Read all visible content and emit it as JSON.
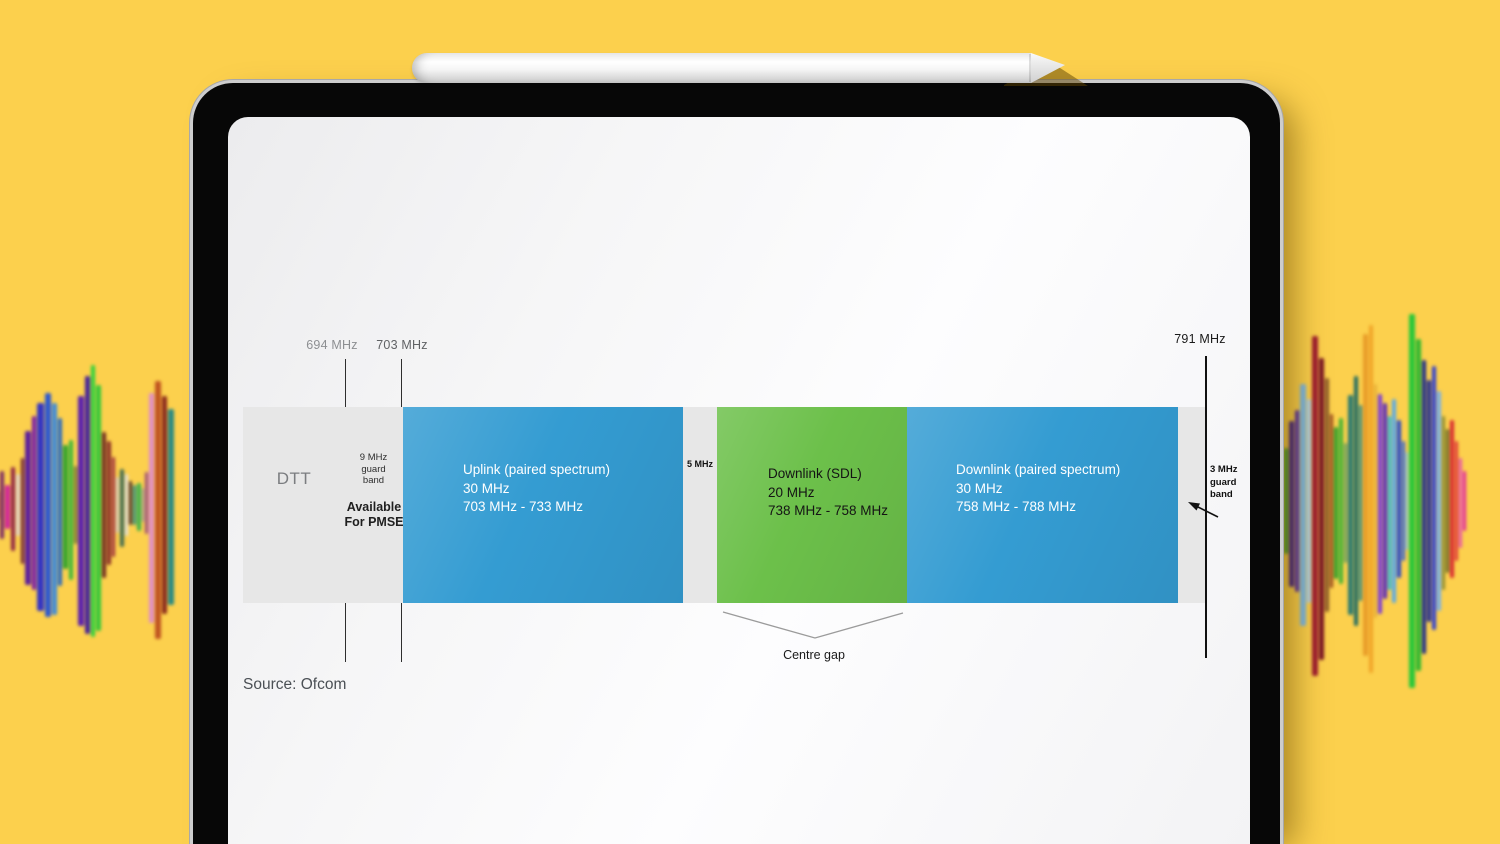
{
  "scene": {
    "background_color": "#fcd04d",
    "device": "tablet",
    "accessory": "stylus pencil"
  },
  "diagram": {
    "marker_694": "694 MHz",
    "marker_703": "703 MHz",
    "marker_791": "791 MHz",
    "dtt": "DTT",
    "guard_left": [
      "9 MHz",
      "guard",
      "band"
    ],
    "pmse": [
      "Available",
      "For PMSE"
    ],
    "uplink": {
      "title": "Uplink (paired spectrum)",
      "bandwidth": "30 MHz",
      "range": "703 MHz - 733 MHz"
    },
    "gap_width": "5 MHz",
    "sdl": {
      "title": "Downlink (SDL)",
      "bandwidth": "20 MHz",
      "range": "738 MHz - 758 MHz"
    },
    "downlink": {
      "title": "Downlink (paired spectrum)",
      "bandwidth": "30 MHz",
      "range": "758 MHz - 788 MHz"
    },
    "guard_right": [
      "3 MHz",
      "guard",
      "band"
    ],
    "centre_gap_label": "Centre gap",
    "source": "Source: Ofcom",
    "colors": {
      "paired_blue": "#349cd2",
      "sdl_green": "#6cc04a",
      "strip_grey": "#e7e7e7"
    }
  },
  "waveforms": {
    "left": {
      "bars": [
        [
          3,
          0.1,
          "#c04444",
          0
        ],
        [
          4,
          0.24,
          "#7a2a66",
          0
        ],
        [
          5,
          0.16,
          "#d2219b",
          2
        ],
        [
          4,
          0.3,
          "#8e2244",
          4
        ],
        [
          4,
          0.22,
          "#e3d6c6",
          0
        ],
        [
          3,
          0.38,
          "#6d2033",
          6
        ],
        [
          6,
          0.55,
          "#5b1e9e",
          3
        ],
        [
          4,
          0.62,
          "#7717a8",
          -2
        ],
        [
          7,
          0.74,
          "#3334c4",
          2
        ],
        [
          6,
          0.8,
          "#2b57d0",
          0
        ],
        [
          5,
          0.76,
          "#3f8ad8",
          4
        ],
        [
          4,
          0.6,
          "#2a6ac0",
          -3
        ],
        [
          5,
          0.44,
          "#31a42c",
          2
        ],
        [
          4,
          0.5,
          "#3db83a",
          5
        ],
        [
          3,
          0.28,
          "#7a7a30",
          0
        ],
        [
          6,
          0.82,
          "#5a1fae",
          6
        ],
        [
          5,
          0.92,
          "#43209a",
          0
        ],
        [
          4,
          0.97,
          "#2dd23c",
          -4
        ],
        [
          5,
          0.88,
          "#35c83a",
          3
        ],
        [
          4,
          0.52,
          "#6d2a20",
          0
        ],
        [
          4,
          0.44,
          "#8a2f28",
          -2
        ],
        [
          3,
          0.36,
          "#a23340",
          2
        ],
        [
          3,
          0.2,
          "#d8cfc0",
          0
        ],
        [
          4,
          0.28,
          "#3f6a50",
          3
        ],
        [
          3,
          0.22,
          "#e0e0e0",
          0
        ],
        [
          3,
          0.16,
          "#503028",
          -2
        ],
        [
          3,
          0.14,
          "#2e8f7c",
          0
        ],
        [
          4,
          0.17,
          "#38b04a",
          2
        ],
        [
          2,
          0.12,
          "#9a9a9a",
          0
        ],
        [
          3,
          0.22,
          "#9a4a80",
          -2
        ],
        [
          5,
          0.82,
          "#e08ec6",
          3
        ],
        [
          6,
          0.92,
          "#bf5320",
          5
        ],
        [
          5,
          0.78,
          "#8a2a1c",
          0
        ],
        [
          6,
          0.7,
          "#2a8a82",
          2
        ]
      ]
    },
    "right": {
      "bars": [
        [
          4,
          0.28,
          "#2f9e33",
          0
        ],
        [
          5,
          0.44,
          "#3a1a90",
          3
        ],
        [
          4,
          0.48,
          "#4a25b0",
          0
        ],
        [
          6,
          0.64,
          "#7ab8ea",
          4
        ],
        [
          4,
          0.54,
          "#a8cef0",
          0
        ],
        [
          6,
          0.9,
          "#9e1c30",
          5
        ],
        [
          5,
          0.8,
          "#7a1525",
          8
        ],
        [
          4,
          0.62,
          "#8a5a28",
          -6
        ],
        [
          3,
          0.46,
          "#9a4a20",
          0
        ],
        [
          4,
          0.4,
          "#2f9e2a",
          2
        ],
        [
          4,
          0.44,
          "#45b335",
          0
        ],
        [
          3,
          0.32,
          "#6da060",
          2
        ],
        [
          5,
          0.58,
          "#2a7a70",
          4
        ],
        [
          4,
          0.66,
          "#1f6a62",
          0
        ],
        [
          3,
          0.52,
          "#3a8a80",
          2
        ],
        [
          5,
          0.85,
          "#e89c28",
          -6
        ],
        [
          4,
          0.92,
          "#f0a428",
          -2
        ],
        [
          3,
          0.62,
          "#e8b038",
          0
        ],
        [
          4,
          0.58,
          "#7a3ad8",
          3
        ],
        [
          4,
          0.52,
          "#5a2bb8",
          0
        ],
        [
          3,
          0.46,
          "#28b8d8",
          2
        ],
        [
          4,
          0.54,
          "#58a8e8",
          0
        ],
        [
          4,
          0.42,
          "#2848c8",
          -2
        ],
        [
          3,
          0.32,
          "#3a6ad0",
          0
        ],
        [
          2,
          0.26,
          "#88c8e8",
          0
        ],
        [
          6,
          0.99,
          "#28c838",
          0
        ],
        [
          5,
          0.88,
          "#30b830",
          4
        ],
        [
          4,
          0.78,
          "#1a2a8a",
          6
        ],
        [
          4,
          0.64,
          "#202a90",
          0
        ],
        [
          4,
          0.7,
          "#3040d0",
          -3
        ],
        [
          4,
          0.58,
          "#78b0e8",
          0
        ],
        [
          3,
          0.46,
          "#8a8a30",
          2
        ],
        [
          3,
          0.38,
          "#6a6a28",
          0
        ],
        [
          4,
          0.42,
          "#d82830",
          -2
        ],
        [
          3,
          0.32,
          "#e03838",
          0
        ],
        [
          3,
          0.24,
          "#e858a8",
          2
        ],
        [
          3,
          0.16,
          "#e028a0",
          0
        ]
      ]
    }
  }
}
